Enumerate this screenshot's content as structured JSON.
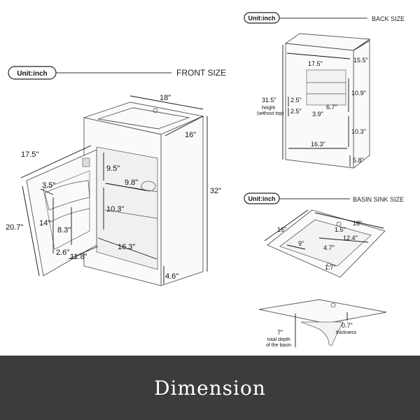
{
  "front": {
    "unit": "Unit:inch",
    "title": "FRONT SIZE",
    "dims": {
      "width_top": "18\"",
      "depth_top": "16\"",
      "height": "32\"",
      "door_width": "17.5\"",
      "door_height": "20.7\"",
      "shelf_gap": "3.5\"",
      "shelf_14": "14\"",
      "shelf_83": "8.3\"",
      "shelf_26": "2.6\"",
      "bottom_118": "11.8\"",
      "inner_95": "9.5\"",
      "inner_98": "9.8\"",
      "inner_103": "10.3\"",
      "inner_163": "16.3\"",
      "toe_kick": "4.6\""
    }
  },
  "back": {
    "unit": "Unit:inch",
    "title": "BACK SIZE",
    "dims": {
      "width": "17.5\"",
      "depth": "15.5\"",
      "height": "31.5\"",
      "height_note1": "height",
      "height_note2": "(without top)",
      "a25_1": "2.5\"",
      "a25_2": "2.5\"",
      "a67": "6.7\"",
      "a39": "3.9\"",
      "a109": "10.9\"",
      "a103": "10.3\"",
      "a163": "16.3\"",
      "a58": "5.8\""
    }
  },
  "basin": {
    "unit": "Unit:inch",
    "title": "BASIN SINK SIZE",
    "dims": {
      "w18": "18\"",
      "d16": "16\"",
      "a15": "1.5\"",
      "a124": "12.4\"",
      "a9": "9\"",
      "a47": "4.7\"",
      "a17": "1.7\"",
      "depth": "7\"",
      "depth_note1": "total depth",
      "depth_note2": "of the basin",
      "thick": "0.7\"",
      "thick_note": "thickness"
    }
  },
  "banner": {
    "text": "Dimension",
    "bg": "#3c3c3c"
  }
}
